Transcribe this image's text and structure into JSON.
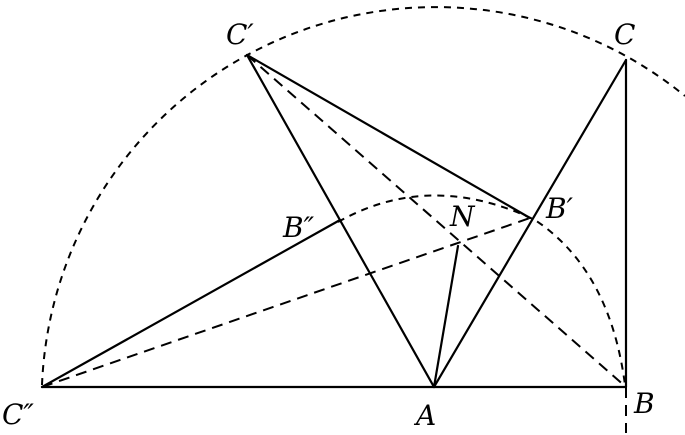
{
  "labels": {
    "C_prime": "C′",
    "C": "C",
    "B_prime": "B′",
    "N": "N",
    "B_double_prime": "B″",
    "C_double_prime": "C″",
    "A": "A",
    "B": "B"
  }
}
